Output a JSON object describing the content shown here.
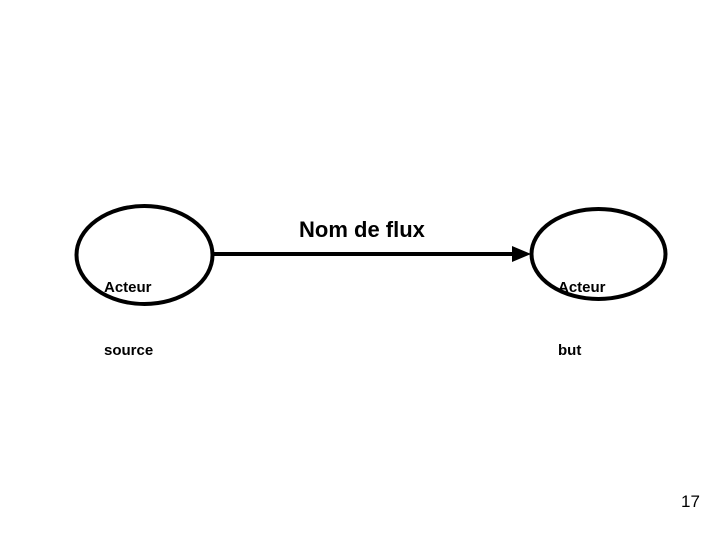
{
  "slide": {
    "background_color": "#ffffff",
    "stroke_color": "#000000",
    "page_number": "17"
  },
  "diagram": {
    "type": "data-flow",
    "source_node": {
      "shape": "ellipse",
      "line1": "Acteur",
      "line2": "source"
    },
    "target_node": {
      "shape": "ellipse",
      "line1": "Acteur",
      "line2": "but"
    },
    "flow": {
      "label": "Nom de flux",
      "direction": "source-to-target",
      "arrow_head": "open-triangle"
    }
  }
}
